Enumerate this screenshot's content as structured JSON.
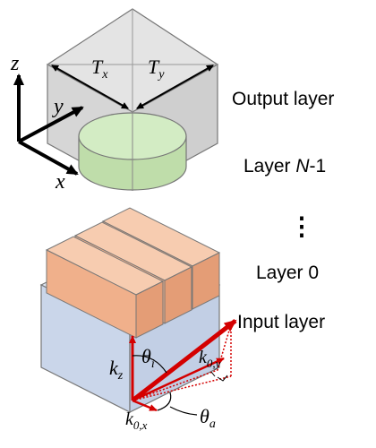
{
  "labels": {
    "output_layer": "Output layer",
    "layer_n_prefix": "Layer ",
    "layer_n_var": "N",
    "layer_n_suffix": "-1",
    "layer_0": "Layer 0",
    "input_layer": "Input layer",
    "ellipsis": "⋮"
  },
  "axes": {
    "x": "x",
    "y": "y",
    "z": "z"
  },
  "period": {
    "tx_base": "T",
    "tx_sub": "x",
    "ty_base": "T",
    "ty_sub": "y"
  },
  "wave": {
    "k0y_base": "k",
    "k0y_sub": "0,y",
    "k0x_base": "k",
    "k0x_sub": "0,x",
    "kz_base": "k",
    "kz_sub": "z",
    "theta_i_base": "θ",
    "theta_i_sub": "i",
    "theta_a_base": "θ",
    "theta_a_sub": "a"
  },
  "colors": {
    "output_cube_fill": "#d8d8d8",
    "cylinder_fill": "#c9e3b8",
    "grating_fill": "#f2b48f",
    "substrate_fill": "#c9d6ea",
    "wave_vector": "#d40000",
    "outline": "#555555"
  }
}
